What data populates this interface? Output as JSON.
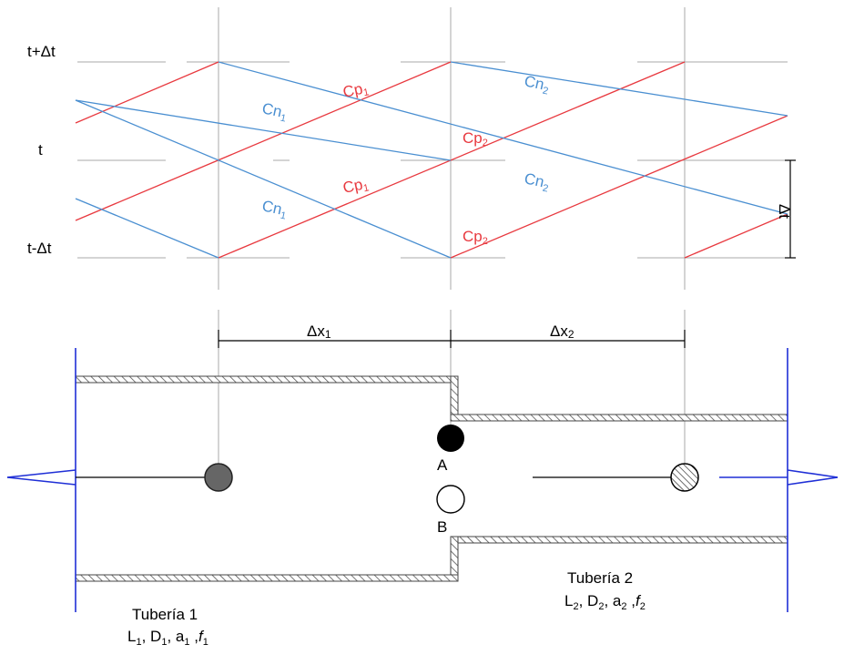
{
  "time_labels": {
    "t_plus": "t+Δt",
    "t": "t",
    "t_minus": "t-Δt"
  },
  "characteristics": {
    "cp1_top": {
      "base": "Cp",
      "sub": "1"
    },
    "cp1_bottom": {
      "base": "Cp",
      "sub": "1"
    },
    "cp2_top": {
      "base": "Cp",
      "sub": "2"
    },
    "cp2_bottom": {
      "base": "Cp",
      "sub": "2"
    },
    "cn1_top": {
      "base": "Cn",
      "sub": "1"
    },
    "cn1_bottom": {
      "base": "Cn",
      "sub": "1"
    },
    "cn2_top": {
      "base": "Cn",
      "sub": "2"
    },
    "cn2_bottom": {
      "base": "Cn",
      "sub": "2"
    }
  },
  "dimensions": {
    "dt": "Δt",
    "dx1": {
      "base": "Δx",
      "sub": "1"
    },
    "dx2": {
      "base": "Δx",
      "sub": "2"
    }
  },
  "nodes": {
    "a": "A",
    "b": "B"
  },
  "pipes": {
    "pipe1": {
      "title": "Tubería 1",
      "params": [
        {
          "base": "L",
          "sub": "1",
          "sep": ", "
        },
        {
          "base": "D",
          "sub": "1",
          "sep": ", "
        },
        {
          "base": "a",
          "sub": "1",
          "sep": " ,"
        },
        {
          "base": "f",
          "sub": "1",
          "sep": ""
        }
      ]
    },
    "pipe2": {
      "title": "Tubería 2",
      "params": [
        {
          "base": "L",
          "sub": "2",
          "sep": ", "
        },
        {
          "base": "D",
          "sub": "2",
          "sep": ", "
        },
        {
          "base": "a",
          "sub": "2",
          "sep": " ,"
        },
        {
          "base": "f",
          "sub": "2",
          "sep": ""
        }
      ]
    }
  },
  "colors": {
    "cp_line": "#e8393f",
    "cn_line": "#4a8fd1",
    "grid": "#aaaaaa",
    "wall": "#444444",
    "tank": "#1f2fd6",
    "node_filled": "#666666",
    "node_black": "#000000"
  }
}
